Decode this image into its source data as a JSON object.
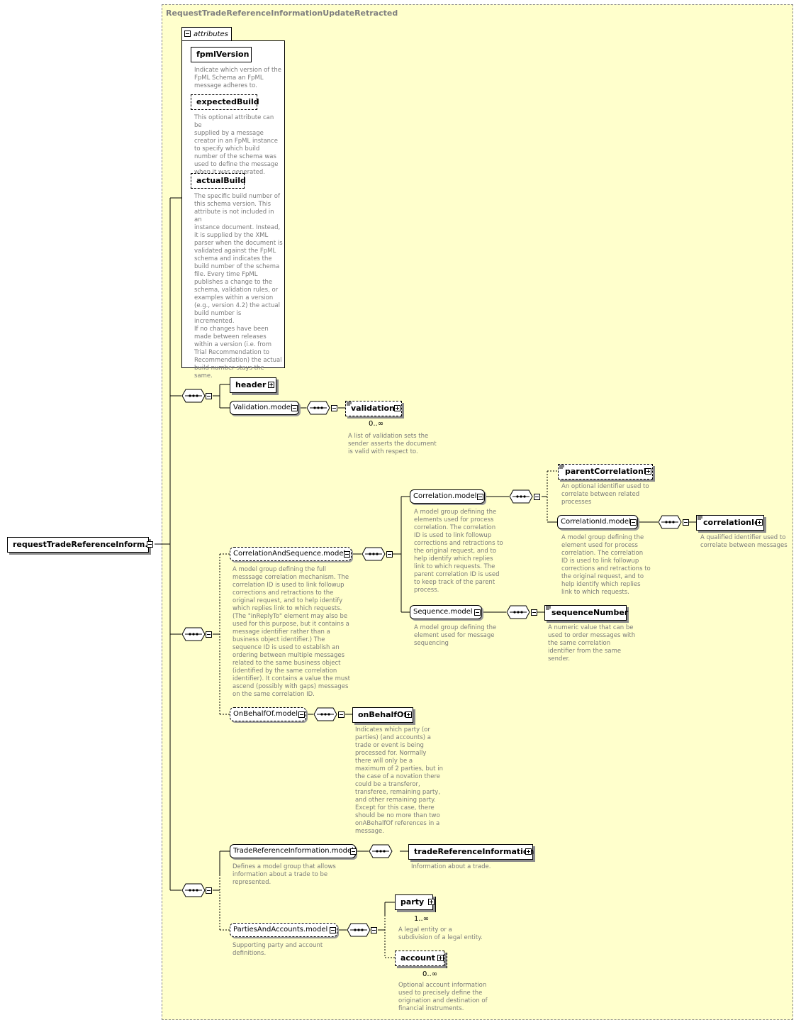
{
  "diagram": {
    "type_name": "RequestTradeReferenceInformationUpdateRetracted",
    "root": {
      "label": "requestTradeReferenceInform..."
    },
    "attributes": {
      "tab_label": "attributes",
      "items": [
        {
          "name": "fpmlVersion",
          "optional": false,
          "doc": [
            "Indicate which version of the",
            "FpML Schema an FpML",
            "message adheres to."
          ]
        },
        {
          "name": "expectedBuild",
          "optional": true,
          "doc": [
            "This optional attribute can be",
            "supplied by a message",
            "creator in an FpML instance",
            "to specify which build",
            "number of the schema was",
            "used to define the message",
            "when it was generated."
          ]
        },
        {
          "name": "actualBuild",
          "optional": true,
          "doc": [
            "The specific build number of",
            "this schema version. This",
            "attribute is not included in an",
            "instance document. Instead,",
            "it is supplied by the XML",
            "parser when the document is",
            "validated against the FpML",
            "schema and indicates the",
            "build number of the schema",
            "file. Every time FpML",
            "publishes a change to the",
            "schema, validation rules, or",
            "examples within a version",
            "(e.g., version 4.2) the actual",
            "build number is incremented.",
            "If no changes have been",
            "made between releases",
            "within a version (i.e. from",
            "Trial Recommendation to",
            "Recommendation) the actual",
            "build number stays the",
            "same."
          ]
        }
      ]
    },
    "header": {
      "label": "header"
    },
    "validation_model": {
      "label": "Validation.model"
    },
    "validation": {
      "label": "validation",
      "cardinality": "0..∞",
      "doc": [
        "A list of validation sets the",
        "sender asserts the document",
        "is valid with respect to."
      ]
    },
    "correlation_and_sequence_model": {
      "label": "CorrelationAndSequence.model",
      "doc": [
        "A model group defining the full",
        "messsage correlation mechanism. The",
        "correlation ID is used to link followup",
        "corrections and retractions to the",
        "original request, and to help identify",
        "which replies link to which requests.",
        "(The \"inReplyTo\" element may also be",
        "used for this purpose, but it contains a",
        "message identifier rather than a",
        "business object identifier.) The",
        "sequence ID is used to establish an",
        "ordering between multiple messages",
        "related to the same business object",
        "(identified by the same correlation",
        "identifier). It contains a value the must",
        "ascend (possibly with gaps) messages",
        "on the same correlation ID."
      ]
    },
    "correlation_model": {
      "label": "Correlation.model",
      "doc": [
        "A model group defining the",
        "elements used for process",
        "correlation. The correlation",
        "ID is used to link followup",
        "corrections and retractions to",
        "the original request, and to",
        "help identify which replies",
        "link to which requests. The",
        "parent correlation ID is used",
        "to keep track of the parent",
        "process."
      ]
    },
    "parent_correlation_id": {
      "label": "parentCorrelationId",
      "doc": [
        "An optional identifier used to",
        "correlate between related",
        "processes"
      ]
    },
    "correlation_id_model": {
      "label": "CorrelationId.model",
      "doc": [
        "A model group defining the",
        "element used for process",
        "correlation. The correlation",
        "ID is used to link followup",
        "corrections and retractions to",
        "the original request, and to",
        "help identify which replies",
        "link to which requests."
      ]
    },
    "correlation_id": {
      "label": "correlationId",
      "doc": [
        "A qualified identifier used to",
        "correlate between messages"
      ]
    },
    "sequence_model": {
      "label": "Sequence.model",
      "doc": [
        "A model group defining the",
        "element used for message",
        "sequencing"
      ]
    },
    "sequence_number": {
      "label": "sequenceNumber",
      "doc": [
        "A numeric value that can be",
        "used to order messages with",
        "the same correlation",
        "identifier from the same",
        "sender."
      ]
    },
    "on_behalf_of_model": {
      "label": "OnBehalfOf.model"
    },
    "on_behalf_of": {
      "label": "onBehalfOf",
      "doc": [
        "Indicates which party (or",
        "parties) (and accounts) a",
        "trade or event is being",
        "processed for. Normally",
        "there will only be a",
        "maximum of 2 parties, but in",
        "the case of a novation there",
        "could be a transferor,",
        "transferee, remaining party,",
        "and other remaining party.",
        "Except for this case, there",
        "should be no more than two",
        "onABehalfOf references in a",
        "message."
      ]
    },
    "trade_reference_information_model": {
      "label": "TradeReferenceInformation.model",
      "doc": [
        "Defines a model group that allows",
        "information about a trade to be",
        "represented."
      ]
    },
    "trade_reference_information": {
      "label": "tradeReferenceInformation",
      "doc": [
        "Information about a trade."
      ]
    },
    "parties_and_accounts_model": {
      "label": "PartiesAndAccounts.model",
      "doc": [
        "Supporting party and account",
        "definitions."
      ]
    },
    "party": {
      "label": "party",
      "cardinality": "1..∞",
      "doc": [
        "A legal entity or a",
        "subdivision of a legal entity."
      ]
    },
    "account": {
      "label": "account",
      "cardinality": "0..∞",
      "doc": [
        "Optional account information",
        "used to precisely define the",
        "origination and destination of",
        "financial instruments."
      ]
    }
  }
}
